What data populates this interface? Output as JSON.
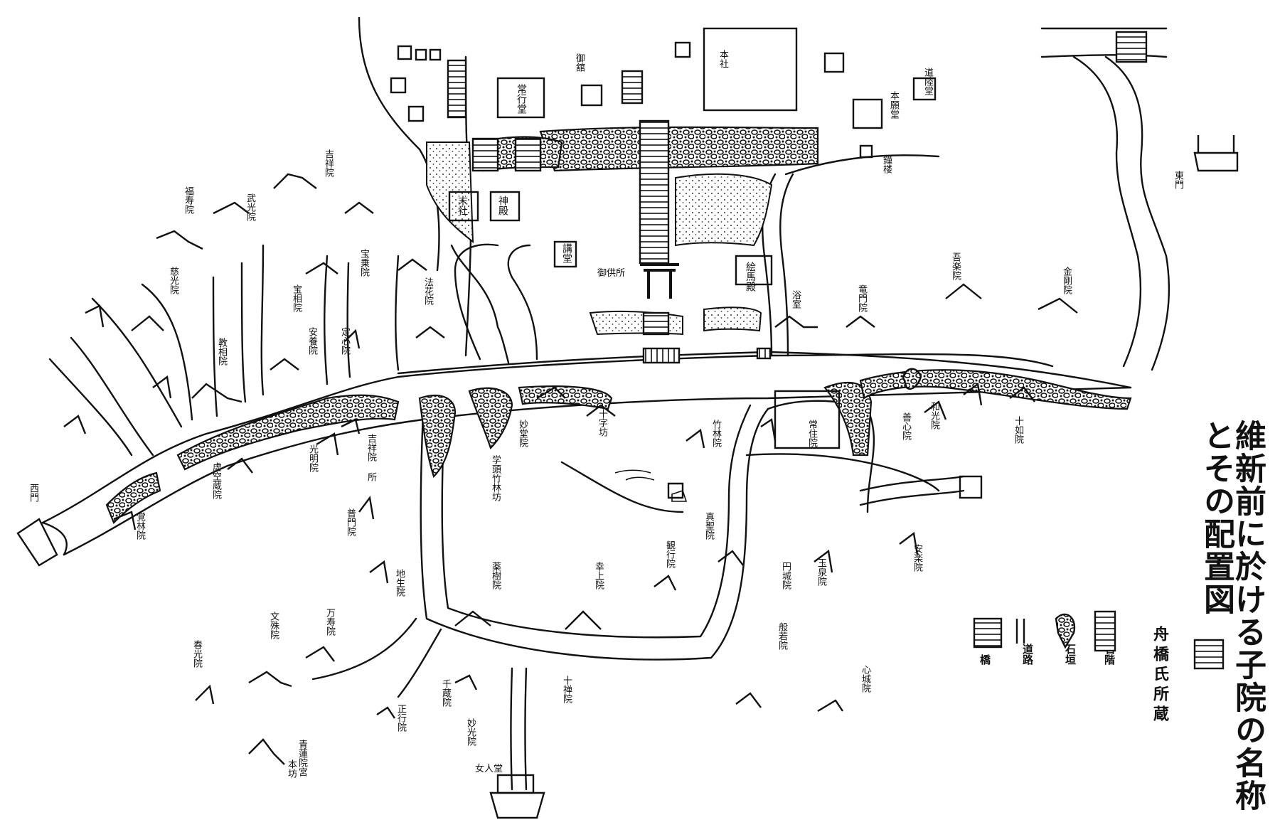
{
  "title": "維新前に於ける子院の名称とその配置図",
  "subtitle": "舟橋氏所蔵",
  "legend": [
    {
      "id": "stone-steps",
      "label": "石階"
    },
    {
      "id": "stone-wall",
      "label": "石垣"
    },
    {
      "id": "road",
      "label": "道路"
    },
    {
      "id": "bridge",
      "label": "橋"
    }
  ],
  "buildings": {
    "main_shrine": "本社",
    "omiya": "御舘",
    "jogyodo": "常行堂",
    "honganji": "本願堂",
    "doroku": "道陸堂",
    "shoro": "鐘楼",
    "massha": "末社",
    "shinden": "神殿",
    "kodo": "講堂",
    "goshiha": "御供所",
    "ema": "絵馬殿",
    "onsen": "浴室",
    "higashimon": "東門",
    "nishimon": "西門",
    "nyonindo": "女人堂",
    "honbo": "本坊"
  },
  "temples": [
    {
      "id": "kisshoin",
      "label": "吉祥院"
    },
    {
      "id": "fukujuin",
      "label": "福寿院"
    },
    {
      "id": "bukkoin",
      "label": "武光院"
    },
    {
      "id": "hojoin",
      "label": "宝乗院"
    },
    {
      "id": "jikoin",
      "label": "慈光院"
    },
    {
      "id": "hokkein",
      "label": "法花院"
    },
    {
      "id": "hoshoin",
      "label": "宝相院"
    },
    {
      "id": "anyoin",
      "label": "安養院"
    },
    {
      "id": "joshinin",
      "label": "定心院"
    },
    {
      "id": "kyoshoin",
      "label": "教相院"
    },
    {
      "id": "kokuzoin",
      "label": "虚空蔵院"
    },
    {
      "id": "kakurinin",
      "label": "覚林院"
    },
    {
      "id": "kokoin",
      "label": "光明院"
    },
    {
      "id": "komyoin",
      "label": "吉祥院 所"
    },
    {
      "id": "fumonin",
      "label": "普門院"
    },
    {
      "id": "jizoin",
      "label": "地生院"
    },
    {
      "id": "manjuin",
      "label": "万寿院"
    },
    {
      "id": "monjuin",
      "label": "文殊院"
    },
    {
      "id": "shunyoin",
      "label": "春光院"
    },
    {
      "id": "shozoin",
      "label": "正行院"
    },
    {
      "id": "chiezoin",
      "label": "千蔵院"
    },
    {
      "id": "myokoin",
      "label": "妙光院"
    },
    {
      "id": "juzenin",
      "label": "十禅院"
    },
    {
      "id": "myodoin",
      "label": "妙堂院"
    },
    {
      "id": "jujibo",
      "label": "十字坊"
    },
    {
      "id": "gakushochikurinbo",
      "label": "学頭竹林坊"
    },
    {
      "id": "yakushiin",
      "label": "薬樹院"
    },
    {
      "id": "sumiyoshiin",
      "label": "幸上院"
    },
    {
      "id": "kangyoin",
      "label": "観行院"
    },
    {
      "id": "shinshoin",
      "label": "真聖院"
    },
    {
      "id": "chikurinin",
      "label": "竹林院"
    },
    {
      "id": "joseiin",
      "label": "常住院"
    },
    {
      "id": "ryumonin",
      "label": "竜門院"
    },
    {
      "id": "gokurakuin",
      "label": "吾楽院"
    },
    {
      "id": "kongoin",
      "label": "金剛院"
    },
    {
      "id": "sanshinin",
      "label": "善心院"
    },
    {
      "id": "wakoin",
      "label": "和光院"
    },
    {
      "id": "juichiin",
      "label": "十如院"
    },
    {
      "id": "anrakuin",
      "label": "安楽院"
    },
    {
      "id": "gyokusenin",
      "label": "玉泉院"
    },
    {
      "id": "enjoin",
      "label": "円城院"
    },
    {
      "id": "hannyain",
      "label": "般若院"
    },
    {
      "id": "shinjoin",
      "label": "心城院"
    },
    {
      "id": "seirenin",
      "label": "青蓮院宮"
    }
  ]
}
